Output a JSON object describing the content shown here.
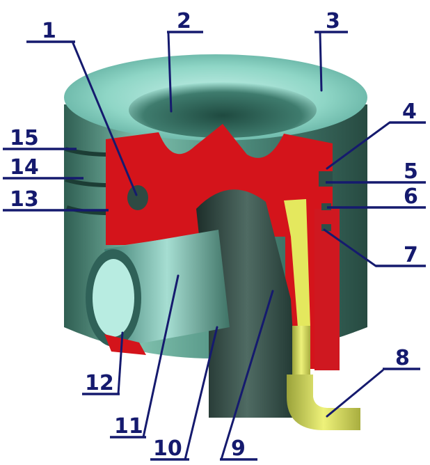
{
  "callouts": [
    {
      "id": 1,
      "label": "1"
    },
    {
      "id": 2,
      "label": "2"
    },
    {
      "id": 3,
      "label": "3"
    },
    {
      "id": 4,
      "label": "4"
    },
    {
      "id": 5,
      "label": "5"
    },
    {
      "id": 6,
      "label": "6"
    },
    {
      "id": 7,
      "label": "7"
    },
    {
      "id": 8,
      "label": "8"
    },
    {
      "id": 9,
      "label": "9"
    },
    {
      "id": 10,
      "label": "10"
    },
    {
      "id": 11,
      "label": "11"
    },
    {
      "id": 12,
      "label": "12"
    },
    {
      "id": 13,
      "label": "13"
    },
    {
      "id": 14,
      "label": "14"
    },
    {
      "id": 15,
      "label": "15"
    }
  ],
  "colors": {
    "label": "#151a6e",
    "section_cut": "#d4141b",
    "piston_body": "#5fa597",
    "oil_nozzle": "#dfe35a"
  }
}
